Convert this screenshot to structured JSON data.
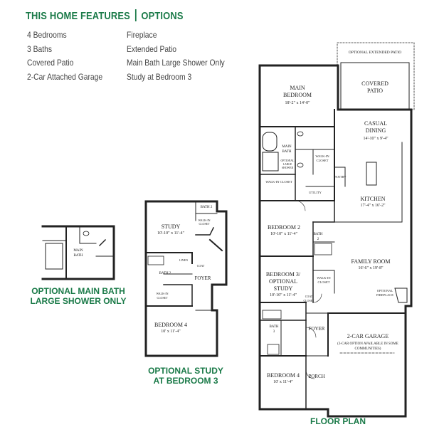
{
  "header": {
    "features_title": "THIS HOME FEATURES",
    "options_title": "OPTIONS"
  },
  "features": [
    "4 Bedrooms",
    "3 Baths",
    "Covered Patio",
    "2-Car Attached Garage"
  ],
  "options": [
    "Fireplace",
    "Extended Patio",
    "Main Bath Large Shower Only",
    "Study at Bedroom 3"
  ],
  "captions": {
    "shower_line1": "OPTIONAL MAIN BATH",
    "shower_line2": "LARGE SHOWER ONLY",
    "study_line1": "OPTIONAL STUDY",
    "study_line2": "AT BEDROOM 3",
    "floor_plan": "FLOOR PLAN"
  },
  "rooms": {
    "optional_extended_patio": "OPTIONAL EXTENDED PATIO",
    "covered_patio_1": "COVERED",
    "covered_patio_2": "PATIO",
    "main_bedroom_1": "MAIN",
    "main_bedroom_2": "BEDROOM",
    "main_bedroom_dim": "18'-2\" x 14'-0\"",
    "casual_dining_1": "CASUAL",
    "casual_dining_2": "DINING",
    "casual_dining_dim": "14'-10\" x 9'-4\"",
    "main_bath_1": "MAIN",
    "main_bath_2": "BATH",
    "walkin_closet_a1": "WALK-IN",
    "walkin_closet_a2": "CLOSET",
    "optional_large_shower_1": "OPTIONAL",
    "optional_large_shower_2": "LARGE",
    "optional_large_shower_3": "SHOWER",
    "walkin_closet_b": "WALK-IN CLOSET",
    "pantry": "PANTRY",
    "utility": "UTILITY",
    "kitchen": "KITCHEN",
    "kitchen_dim": "17'-4\" x 16'-2\"",
    "bedroom2": "BEDROOM 2",
    "bedroom2_dim": "10'-10\" x 11'-4\"",
    "bath2_1": "BATH",
    "bath2_2": "2",
    "family_room": "FAMILY ROOM",
    "family_room_dim": "16'-6\" x 19'-8\"",
    "bedroom3_1": "BEDROOM 3/",
    "bedroom3_2": "OPTIONAL",
    "bedroom3_3": "STUDY",
    "bedroom3_dim": "10'-10\" x 11'-4\"",
    "walkin_closet_c1": "WALK-IN",
    "walkin_closet_c2": "CLOSET",
    "coat_closet_1": "COAT",
    "coat_closet_2": "CLOSET",
    "optional_fireplace_1": "OPTIONAL",
    "optional_fireplace_2": "FIREPLACE",
    "foyer": "FOYER",
    "bath3_1": "BATH",
    "bath3_2": "3",
    "garage": "2-CAR GARAGE",
    "garage_note_1": "(3-CAR OPTION AVAILABLE IN SOME",
    "garage_note_2": "COMMUNITIES)",
    "bedroom4": "BEDROOM 4",
    "bedroom4_dim": "10' x 11'-4\"",
    "porch": "PORCH",
    "study": "STUDY",
    "study_dim": "10'-10\" x 11'-4\"",
    "study_bath2": "BATH 2",
    "study_walkin_1": "WALK-IN",
    "study_walkin_2": "CLOSET",
    "study_linen": "LINEN",
    "study_coat": "COAT",
    "study_foyer": "FOYER",
    "study_bath2b": "BATH 2",
    "study_walkin_b1": "WALK-IN",
    "study_walkin_b2": "CLOSET",
    "study_bedroom4": "BEDROOM 4",
    "study_bedroom4_dim": "10' x 11'-4\"",
    "shower_main_1": "MAIN",
    "shower_main_2": "BATH"
  }
}
